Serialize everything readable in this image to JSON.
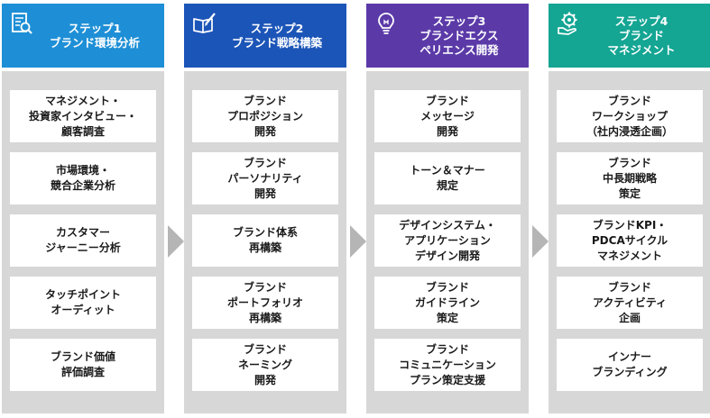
{
  "steps": [
    {
      "icon": "document-search-icon",
      "title": [
        "ステップ1",
        "ブランド環境分析"
      ],
      "items": [
        [
          "マネジメント・",
          "投資家インタビュー・",
          "顧客調査"
        ],
        [
          "市場環境・",
          "競合企業分析"
        ],
        [
          "カスタマー",
          "ジャーニー分析"
        ],
        [
          "タッチポイント",
          "オーディット"
        ],
        [
          "ブランド価値",
          "評価調査"
        ]
      ]
    },
    {
      "icon": "book-pen-icon",
      "title": [
        "ステップ2",
        "ブランド戦略構築"
      ],
      "items": [
        [
          "ブランド",
          "プロポジション",
          "開発"
        ],
        [
          "ブランド",
          "パーソナリティ",
          "開発"
        ],
        [
          "ブランド体系",
          "再構築"
        ],
        [
          "ブランド",
          "ポートフォリオ",
          "再構築"
        ],
        [
          "ブランド",
          "ネーミング",
          "開発"
        ]
      ]
    },
    {
      "icon": "lightbulb-icon",
      "title": [
        "ステップ3",
        "ブランドエクス",
        "ペリエンス開発"
      ],
      "items": [
        [
          "ブランド",
          "メッセージ",
          "開発"
        ],
        [
          "トーン＆マナー",
          "規定"
        ],
        [
          "デザインシステム・",
          "アプリケーション",
          "デザイン開発"
        ],
        [
          "ブランド",
          "ガイドライン",
          "策定"
        ],
        [
          "ブランド",
          "コミュニケーション",
          "プラン策定支援"
        ]
      ]
    },
    {
      "icon": "gear-hand-icon",
      "title": [
        "ステップ4",
        "ブランド",
        "マネジメント"
      ],
      "items": [
        [
          "ブランド",
          "ワークショップ",
          "（社内浸透企画）"
        ],
        [
          "ブランド",
          "中長期戦略",
          "策定"
        ],
        [
          "ブランドKPI・",
          "PDCAサイクル",
          "マネジメント"
        ],
        [
          "ブランド",
          "アクティビティ",
          "企画"
        ],
        [
          "インナー",
          "ブランディング"
        ]
      ]
    }
  ],
  "colors": {
    "step1": "#1e8fd6",
    "step2": "#1c55b8",
    "step3": "#5b3aa8",
    "step4": "#14a593",
    "panel": "#d7d7d7",
    "arrow": "#b5b5b5"
  }
}
